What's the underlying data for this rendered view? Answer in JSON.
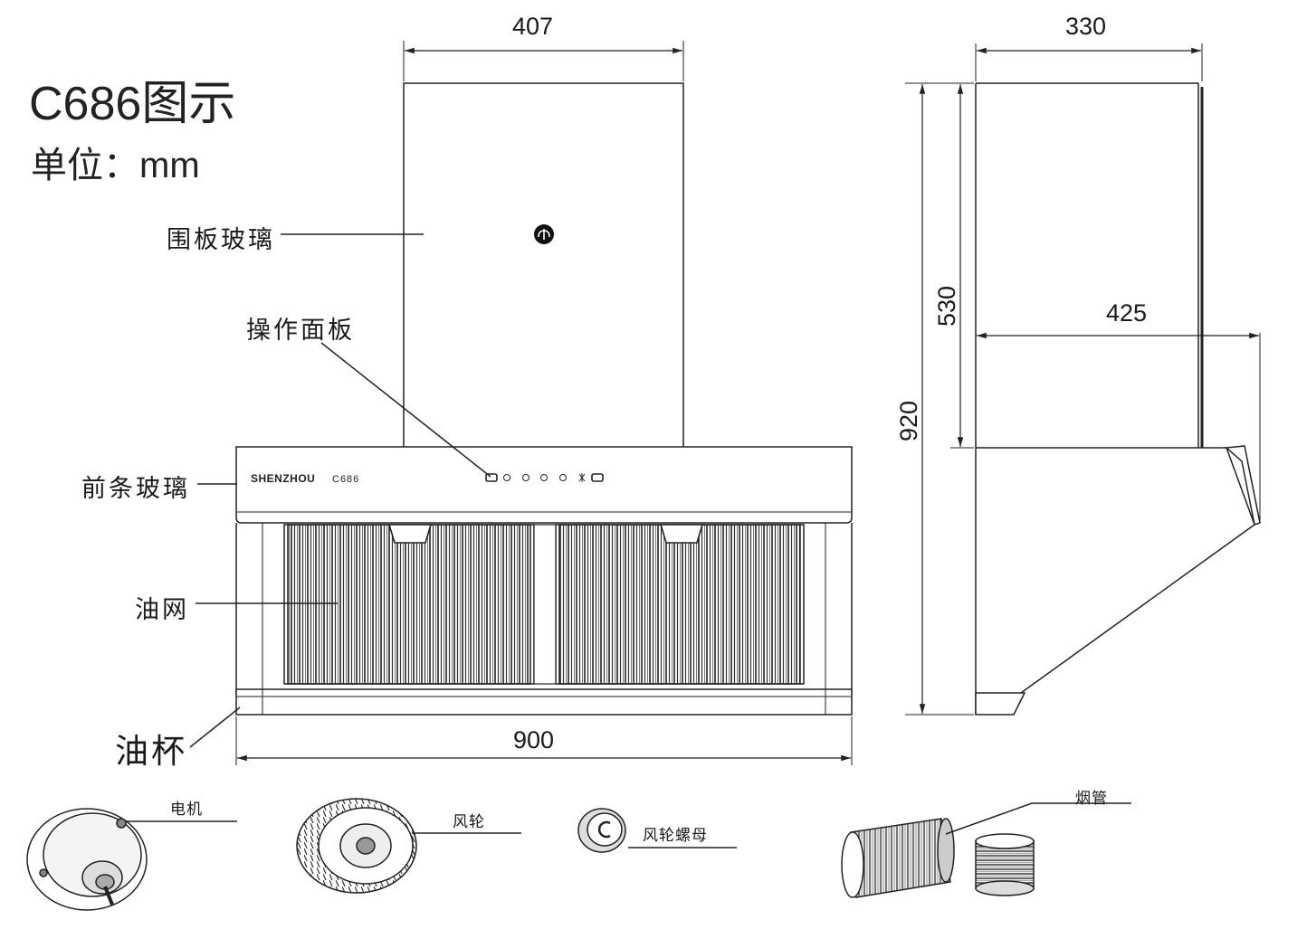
{
  "title": "C686图示",
  "unit": {
    "label": "单位：",
    "value": "mm"
  },
  "front_view": {
    "brand": "SHENZHOU",
    "model": "C686",
    "callouts": {
      "glass_panel": "围板玻璃",
      "control_panel": "操作面板",
      "front_strip_glass": "前条玻璃",
      "oil_filter": "油网",
      "oil_cup": "油杯"
    },
    "dimensions": {
      "top_width": "407",
      "overall_width": "900"
    }
  },
  "side_view": {
    "dimensions": {
      "depth_top": "330",
      "depth_bottom": "425",
      "upper_height": "530",
      "total_height": "920"
    }
  },
  "parts": {
    "motor": "电机",
    "fan_wheel": "风轮",
    "fan_nut": "风轮螺母",
    "duct": "烟管"
  }
}
